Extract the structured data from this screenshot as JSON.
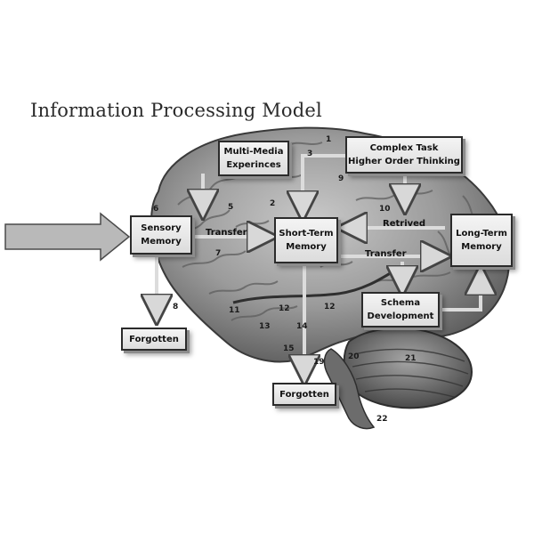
{
  "title": "Information Processing Model",
  "boxes": {
    "sensory": [
      "Sensory",
      "Memory"
    ],
    "multimedia": [
      "Multi-Media",
      "Experinces"
    ],
    "complex": [
      "Complex Task",
      "Higher Order Thinking"
    ],
    "short_term": [
      "Short-Term",
      "Memory"
    ],
    "long_term": [
      "Long-Term",
      "Memory"
    ],
    "schema": [
      "Schema",
      "Development"
    ],
    "forgotten_left": "Forgotten",
    "forgotten_center": "Forgotten"
  },
  "arrow_labels": {
    "transfer_1": "Transfer",
    "retrived": "Retrived",
    "transfer_2": "Transfer"
  },
  "region_numbers": [
    "1",
    "2",
    "3",
    "5",
    "6",
    "7",
    "8",
    "9",
    "10",
    "11",
    "12",
    "12",
    "13",
    "14",
    "15",
    "19",
    "20",
    "21",
    "22"
  ]
}
